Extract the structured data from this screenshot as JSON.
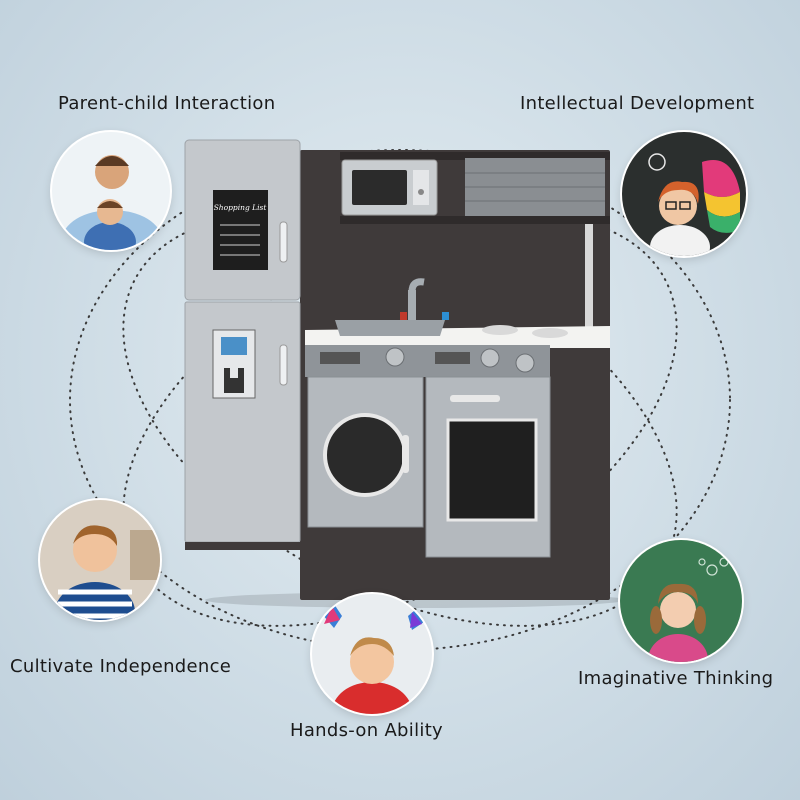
{
  "features": {
    "parent_child": "Parent-child Interaction",
    "intellectual": "Intellectual Development",
    "independence": "Cultivate Independence",
    "imaginative": "Imaginative Thinking",
    "hands_on": "Hands-on Ability"
  },
  "kitchen": {
    "shopping_list": "Shopping List"
  },
  "colors": {
    "background": "#cfdde6",
    "cabinet_dark": "#3f3a3a",
    "appliance_silver": "#b9bec3",
    "counter_white": "#f3f3f1"
  }
}
